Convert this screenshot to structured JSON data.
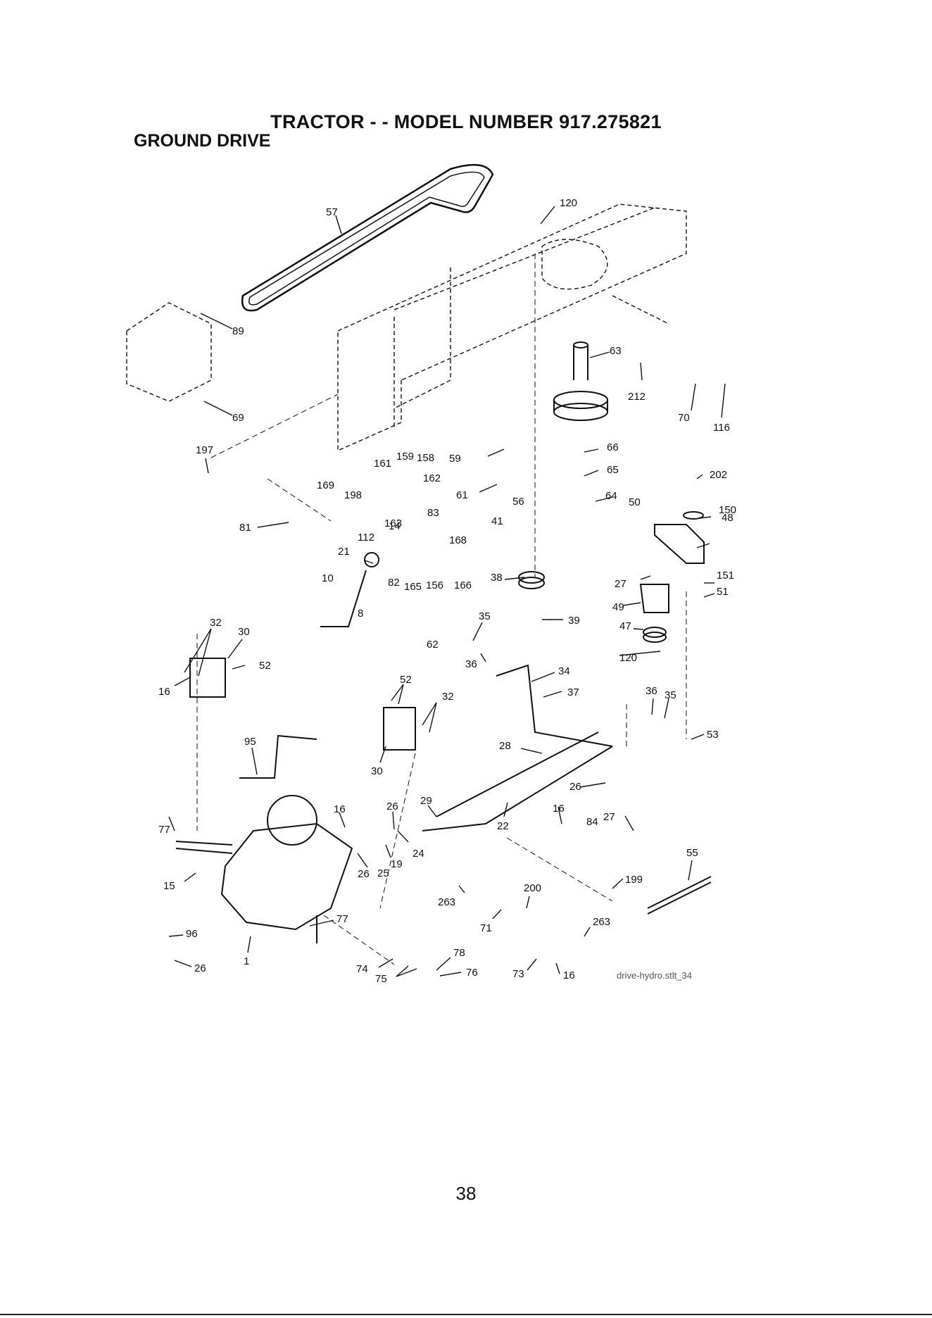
{
  "header": {
    "title": "TRACTOR - - MODEL NUMBER 917.275821",
    "section": "GROUND DRIVE"
  },
  "diagram": {
    "reference": "drive-hydro.stlt_34",
    "callouts": [
      {
        "id": "c57",
        "label": "57"
      },
      {
        "id": "c120a",
        "label": "120"
      },
      {
        "id": "c89",
        "label": "89"
      },
      {
        "id": "c69",
        "label": "69"
      },
      {
        "id": "c63",
        "label": "63"
      },
      {
        "id": "c212",
        "label": "212"
      },
      {
        "id": "c70",
        "label": "70"
      },
      {
        "id": "c116",
        "label": "116"
      },
      {
        "id": "c197",
        "label": "197"
      },
      {
        "id": "c161",
        "label": "161"
      },
      {
        "id": "c159",
        "label": "159"
      },
      {
        "id": "c158",
        "label": "158"
      },
      {
        "id": "c59",
        "label": "59"
      },
      {
        "id": "c66",
        "label": "66"
      },
      {
        "id": "c65",
        "label": "65"
      },
      {
        "id": "c202",
        "label": "202"
      },
      {
        "id": "c169",
        "label": "169"
      },
      {
        "id": "c198",
        "label": "198"
      },
      {
        "id": "c162",
        "label": "162"
      },
      {
        "id": "c61",
        "label": "61"
      },
      {
        "id": "c56",
        "label": "56"
      },
      {
        "id": "c64",
        "label": "64"
      },
      {
        "id": "c50",
        "label": "50"
      },
      {
        "id": "c150",
        "label": "150"
      },
      {
        "id": "c81",
        "label": "81"
      },
      {
        "id": "c14",
        "label": "14"
      },
      {
        "id": "c83",
        "label": "83"
      },
      {
        "id": "c41",
        "label": "41"
      },
      {
        "id": "c48",
        "label": "48"
      },
      {
        "id": "c112",
        "label": "112"
      },
      {
        "id": "c163",
        "label": "163"
      },
      {
        "id": "c168",
        "label": "168"
      },
      {
        "id": "c21",
        "label": "21"
      },
      {
        "id": "c10",
        "label": "10"
      },
      {
        "id": "c82",
        "label": "82"
      },
      {
        "id": "c165",
        "label": "165"
      },
      {
        "id": "c156",
        "label": "156"
      },
      {
        "id": "c166",
        "label": "166"
      },
      {
        "id": "c38",
        "label": "38"
      },
      {
        "id": "c27a",
        "label": "27"
      },
      {
        "id": "c151",
        "label": "151"
      },
      {
        "id": "c51",
        "label": "51"
      },
      {
        "id": "c8",
        "label": "8"
      },
      {
        "id": "c32a",
        "label": "32"
      },
      {
        "id": "c30a",
        "label": "30"
      },
      {
        "id": "c35a",
        "label": "35"
      },
      {
        "id": "c49",
        "label": "49"
      },
      {
        "id": "c39",
        "label": "39"
      },
      {
        "id": "c47",
        "label": "47"
      },
      {
        "id": "c62",
        "label": "62"
      },
      {
        "id": "c52a",
        "label": "52"
      },
      {
        "id": "c36a",
        "label": "36"
      },
      {
        "id": "c120b",
        "label": "120"
      },
      {
        "id": "c16a",
        "label": "16"
      },
      {
        "id": "c34",
        "label": "34"
      },
      {
        "id": "c52b",
        "label": "52"
      },
      {
        "id": "c32b",
        "label": "32"
      },
      {
        "id": "c37",
        "label": "37"
      },
      {
        "id": "c36b",
        "label": "36"
      },
      {
        "id": "c35b",
        "label": "35"
      },
      {
        "id": "c53",
        "label": "53"
      },
      {
        "id": "c95",
        "label": "95"
      },
      {
        "id": "c28",
        "label": "28"
      },
      {
        "id": "c30b",
        "label": "30"
      },
      {
        "id": "c26a",
        "label": "26"
      },
      {
        "id": "c29",
        "label": "29"
      },
      {
        "id": "c16b",
        "label": "16"
      },
      {
        "id": "c26b",
        "label": "26"
      },
      {
        "id": "c22",
        "label": "22"
      },
      {
        "id": "c16c",
        "label": "16"
      },
      {
        "id": "c84",
        "label": "84"
      },
      {
        "id": "c27b",
        "label": "27"
      },
      {
        "id": "c77a",
        "label": "77"
      },
      {
        "id": "c24",
        "label": "24"
      },
      {
        "id": "c19",
        "label": "19"
      },
      {
        "id": "c25",
        "label": "25"
      },
      {
        "id": "c26c",
        "label": "26"
      },
      {
        "id": "c55",
        "label": "55"
      },
      {
        "id": "c15",
        "label": "15"
      },
      {
        "id": "c199",
        "label": "199"
      },
      {
        "id": "c200",
        "label": "200"
      },
      {
        "id": "c263a",
        "label": "263"
      },
      {
        "id": "c77b",
        "label": "77"
      },
      {
        "id": "c71",
        "label": "71"
      },
      {
        "id": "c263b",
        "label": "263"
      },
      {
        "id": "c96",
        "label": "96"
      },
      {
        "id": "c78",
        "label": "78"
      },
      {
        "id": "c1",
        "label": "1"
      },
      {
        "id": "c26d",
        "label": "26"
      },
      {
        "id": "c74",
        "label": "74"
      },
      {
        "id": "c75",
        "label": "75"
      },
      {
        "id": "c76",
        "label": "76"
      },
      {
        "id": "c73",
        "label": "73"
      },
      {
        "id": "c16d",
        "label": "16"
      }
    ]
  },
  "footer": {
    "page_number": "38"
  }
}
